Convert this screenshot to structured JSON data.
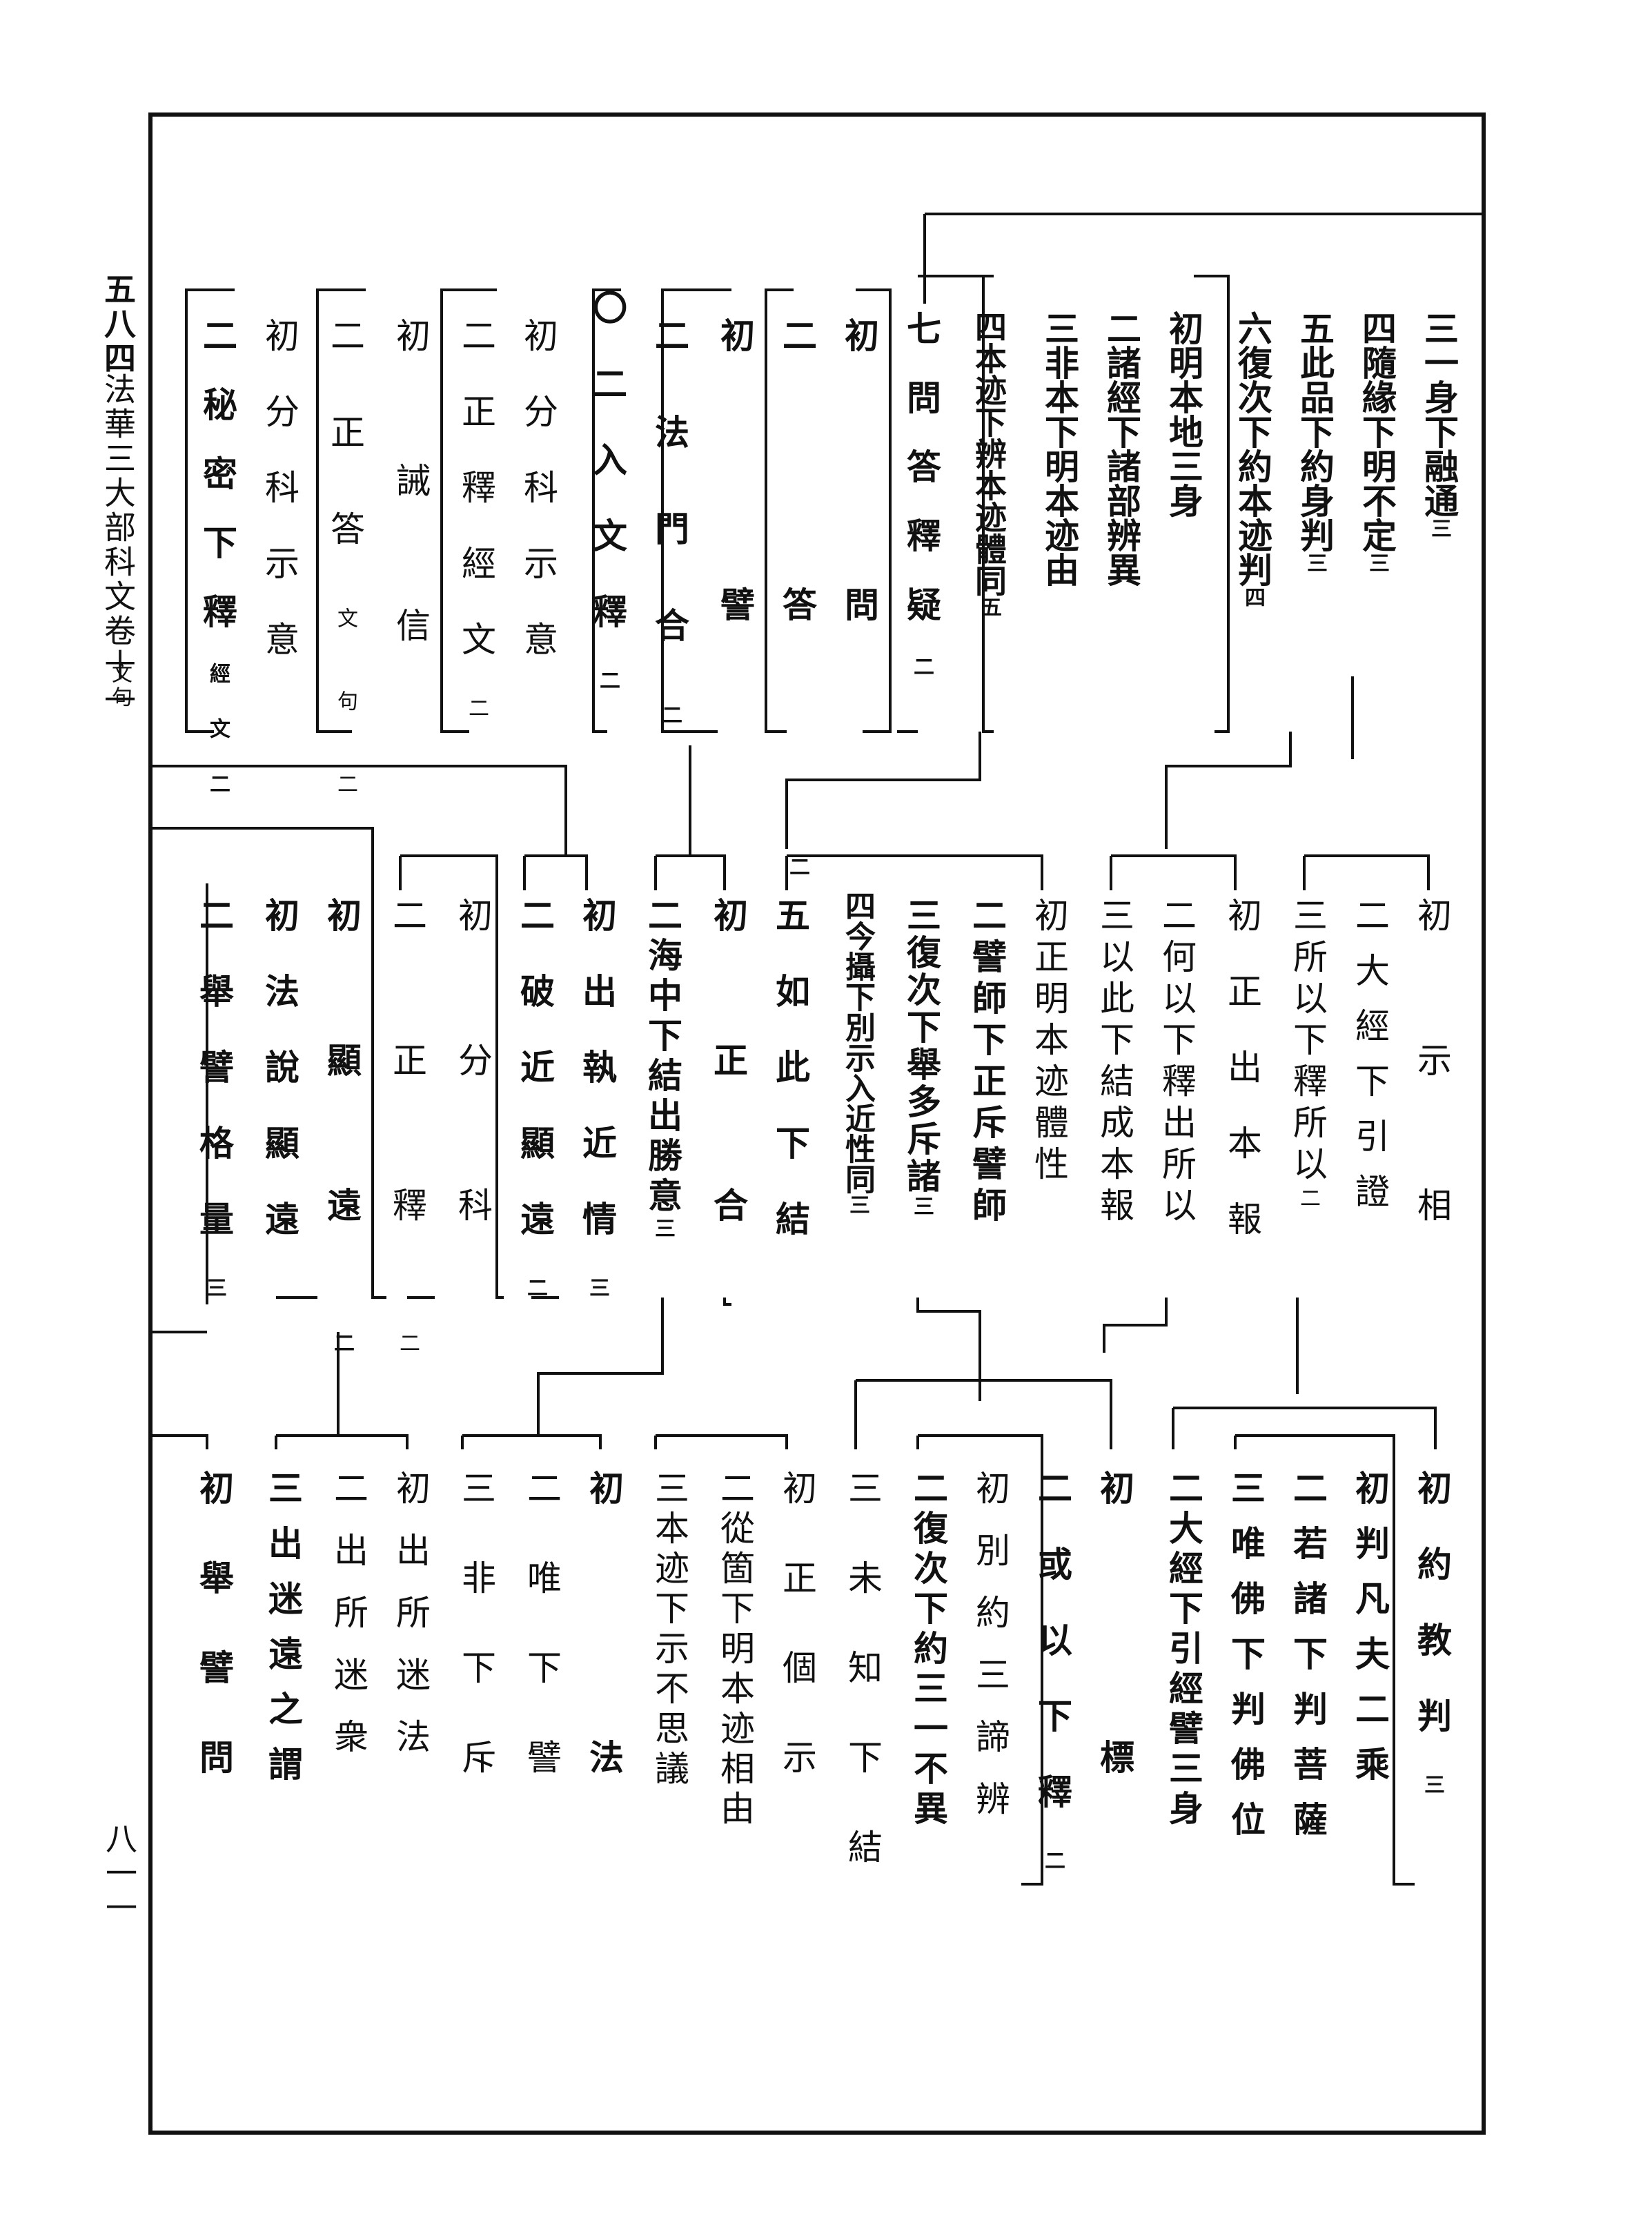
{
  "margin": {
    "page_number": "五八四",
    "book_title": "法華三大部科文卷十一",
    "book_note": "文句",
    "folio": "八一一"
  },
  "rows": [
    {
      "entries": [
        {
          "text": "三一身下融通",
          "num": "三"
        },
        {
          "text": "四隨緣下明不定",
          "num": "三"
        },
        {
          "text": "五此品下約身判",
          "num": "三"
        },
        {
          "text": "六復次下約本迹判",
          "num": "四"
        },
        {
          "text": "初明本地三身"
        },
        {
          "text": "二諸經下諸部辨異"
        },
        {
          "text": "三非本下明本迹由"
        },
        {
          "text": "四本迹下辨本迹體同",
          "num": "五"
        },
        {
          "text": "七問答釋疑",
          "num": "二"
        },
        {
          "text": "初問"
        },
        {
          "text": "二答",
          "num": "二"
        },
        {
          "text": "初譬"
        },
        {
          "text": "二法門合",
          "num": "二"
        },
        {
          "text": "〇二入文釋",
          "num": "二"
        },
        {
          "text": "初分科示意"
        },
        {
          "text": "二正釋經文",
          "num": "二"
        },
        {
          "text": "初誡信"
        },
        {
          "text": "二正答",
          "num": "二",
          "note": "文句"
        },
        {
          "text": "初分科示意"
        },
        {
          "text": "二秘密下釋",
          "num": "二",
          "note": "經文"
        }
      ]
    },
    {
      "entries": [
        {
          "text": "初示相"
        },
        {
          "text": "二大經下引證"
        },
        {
          "text": "三所以下釋所以",
          "num": "二"
        },
        {
          "text": "初正出本報"
        },
        {
          "text": "二何以下釋出所以"
        },
        {
          "text": "三以此下結成本報"
        },
        {
          "text": "初正明本迹體性"
        },
        {
          "text": "二譬師下正斥譬師"
        },
        {
          "text": "三復次下舉多斥諸",
          "num": "三"
        },
        {
          "text": "四今攝下別示入近性同",
          "num": "三"
        },
        {
          "text": "五如此下結"
        },
        {
          "text": "初正合"
        },
        {
          "text": "二海中下結出勝意",
          "num": "三"
        },
        {
          "text": "初出執近情",
          "num": "三"
        },
        {
          "text": "二破近顯遠",
          "num": "二"
        },
        {
          "text": "初分科"
        },
        {
          "text": "二正釋",
          "num": "二"
        },
        {
          "text": "初顯遠",
          "num": "二"
        },
        {
          "text": "初法說顯遠"
        },
        {
          "text": "二舉譬格量",
          "num": "三"
        }
      ]
    },
    {
      "entries": [
        {
          "text": "初約教判",
          "num": "三"
        },
        {
          "text": "初判凡夫二乘"
        },
        {
          "text": "二若諸下判菩薩"
        },
        {
          "text": "三唯佛下判佛位"
        },
        {
          "text": "二大經下引經譬三身"
        },
        {
          "text": "初標"
        },
        {
          "text": "二或以下釋",
          "num": "二"
        },
        {
          "text": "初別約三諦辨"
        },
        {
          "text": "二復次下約三一不異"
        },
        {
          "text": "三未知下結"
        },
        {
          "text": "初正個示"
        },
        {
          "text": "二從箇下明本迹相由"
        },
        {
          "text": "三本迹下示不思議"
        },
        {
          "text": "初法"
        },
        {
          "text": "二唯下譬"
        },
        {
          "text": "三非下斥"
        },
        {
          "text": "初出所迷法"
        },
        {
          "text": "二出所迷衆"
        },
        {
          "text": "三出迷遠之謂"
        },
        {
          "text": "初舉譬問"
        }
      ]
    }
  ]
}
